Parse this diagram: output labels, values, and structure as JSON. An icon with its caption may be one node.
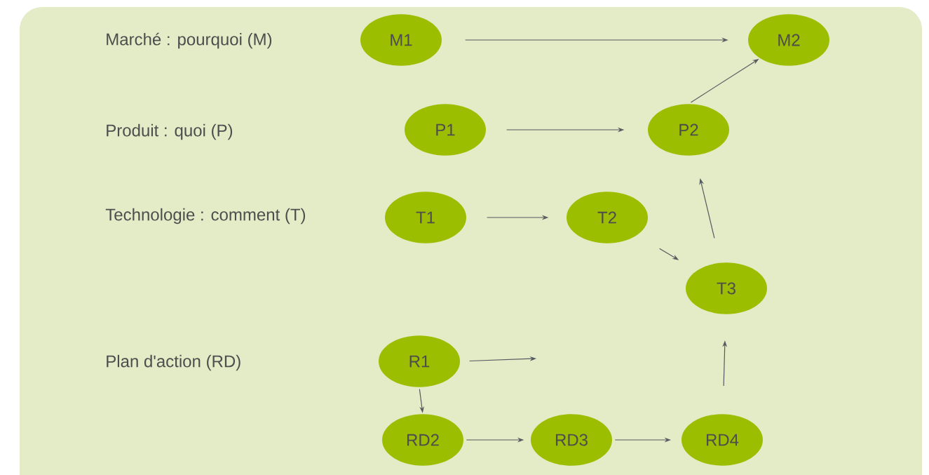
{
  "diagram": {
    "nodes": [
      {
        "text": [
          "M1"
        ]
      },
      {
        "text": [
          "M2"
        ]
      },
      {
        "text": [
          "P1"
        ]
      },
      {
        "text": [
          "P2"
        ]
      },
      {
        "text": [
          "T1"
        ]
      },
      {
        "text": [
          "T2"
        ]
      },
      {
        "text": [
          "T3"
        ]
      },
      {
        "text": [
          "R1"
        ]
      },
      {
        "text": [
          "RD2"
        ]
      },
      {
        "text": [
          "RD3"
        ]
      },
      {
        "text": [
          "RD4"
        ]
      }
    ],
    "edges": [
      {
        "from": 0,
        "to": 1,
        "arrow": "to"
      },
      {
        "from": 3,
        "to": 1,
        "arrow": "to"
      },
      {
        "from": 2,
        "to": 3,
        "arrow": "to"
      },
      {
        "from": 4,
        "to": 5,
        "arrow": "to"
      },
      {
        "from": 5,
        "to": 6,
        "arrow": "to"
      },
      {
        "from": 6,
        "to": 3,
        "arrow": "to"
      },
      {
        "from": 7,
        "to": null,
        "arrow": "to"
      },
      {
        "from": 7,
        "to": 8,
        "arrow": "to"
      },
      {
        "from": 8,
        "to": 9,
        "arrow": "to"
      },
      {
        "from": 9,
        "to": 10,
        "arrow": "to"
      },
      {
        "from": 10,
        "to": 6,
        "arrow": "to"
      }
    ],
    "labels": [
      "Marché : pourquoi (M)",
      "Produit : quoi (P)",
      "Technologie : comment (T)",
      "Plan d'action (RD)"
    ]
  }
}
